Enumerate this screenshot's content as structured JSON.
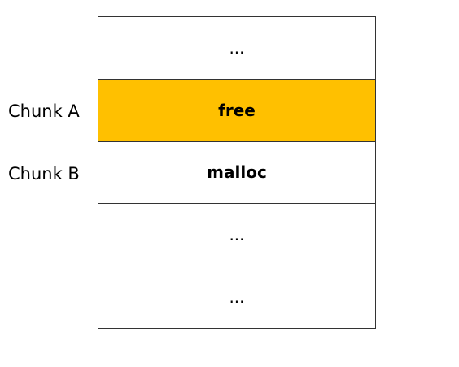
{
  "colors": {
    "free_block": "#FFC000",
    "block_default": "#FFFFFF",
    "border": "#333333"
  },
  "labels": {
    "chunk_a": "Chunk A",
    "chunk_b": "Chunk B"
  },
  "blocks": [
    {
      "text": "...",
      "state": "default"
    },
    {
      "text": "free",
      "state": "free"
    },
    {
      "text": "malloc",
      "state": "allocated"
    },
    {
      "text": "...",
      "state": "default"
    },
    {
      "text": "...",
      "state": "default"
    }
  ]
}
